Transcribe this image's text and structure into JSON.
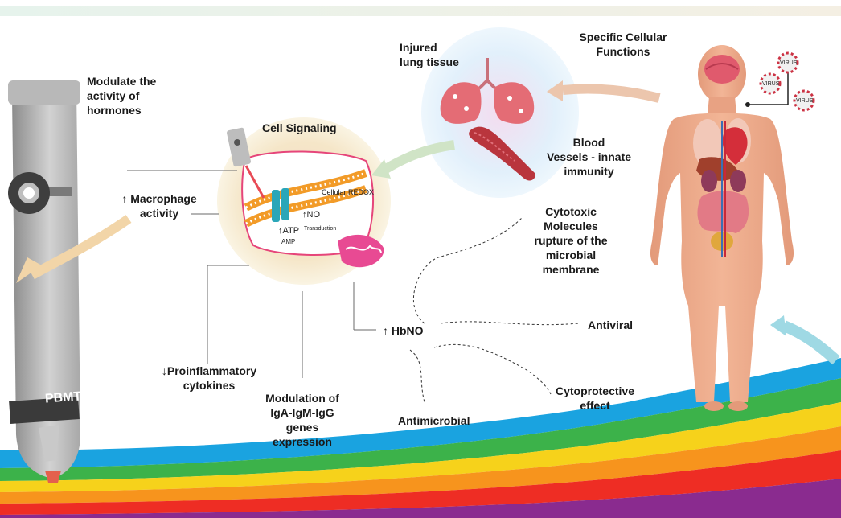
{
  "labels": {
    "modulate_hormones": "Modulate the\nactivity of\nhormones",
    "cell_signaling": "Cell Signaling",
    "injured_lung": "Injured\nlung tissue",
    "specific_functions": "Specific Cellular\nFunctions",
    "blood_vessels": "Blood\nVessels - innate\nimmunity",
    "macrophage": "↑ Macrophage\nactivity",
    "cytotoxic": "Cytotoxic\nMolecules\nrupture of the\nmicrobial\nmembrane",
    "hbno": "↑ HbNO",
    "antiviral": "Antiviral",
    "proinflammatory": "↓Proinflammatory\ncytokines",
    "cytoprotective": "Cytoprotective\neffect",
    "modulation": "Modulation of\nIgA-IgM-IgG\ngenes\nexpression",
    "antimicrobial": "Antimicrobial",
    "pbmt": "PBMT"
  },
  "cell_inset": {
    "redox": "Cellular REDOX",
    "no": "↑NO",
    "atp": "↑ATP",
    "amp": "AMP",
    "transduction": "Transduction"
  },
  "virus_label": "VIRUS",
  "colors": {
    "rainbow": [
      "#1aa3e0",
      "#3cb24a",
      "#f6d21b",
      "#f7941d",
      "#ee2d24",
      "#8a2b8f"
    ],
    "device": "#9a9a9a",
    "arrow": "#e7b48c"
  }
}
